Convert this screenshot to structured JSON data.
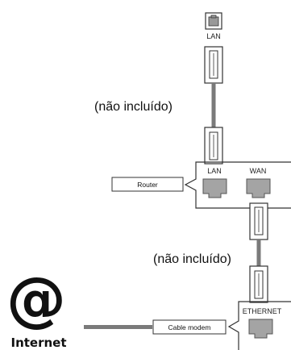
{
  "tv": {
    "port_label": "LAN",
    "port_icon": "ethernet-port-icon"
  },
  "cables": {
    "not_included_label": "(não incluído)"
  },
  "router": {
    "name": "Router",
    "port_lan_label": "LAN",
    "port_wan_label": "WAN"
  },
  "modem": {
    "name": "Cable modem",
    "port_label": "ETHERNET"
  },
  "internet": {
    "symbol": "@",
    "label": "Internet",
    "icon": "at-sign-icon"
  },
  "colors": {
    "line": "#333333",
    "cable": "#7a7a7a",
    "port_fill": "#a4a4a4"
  }
}
